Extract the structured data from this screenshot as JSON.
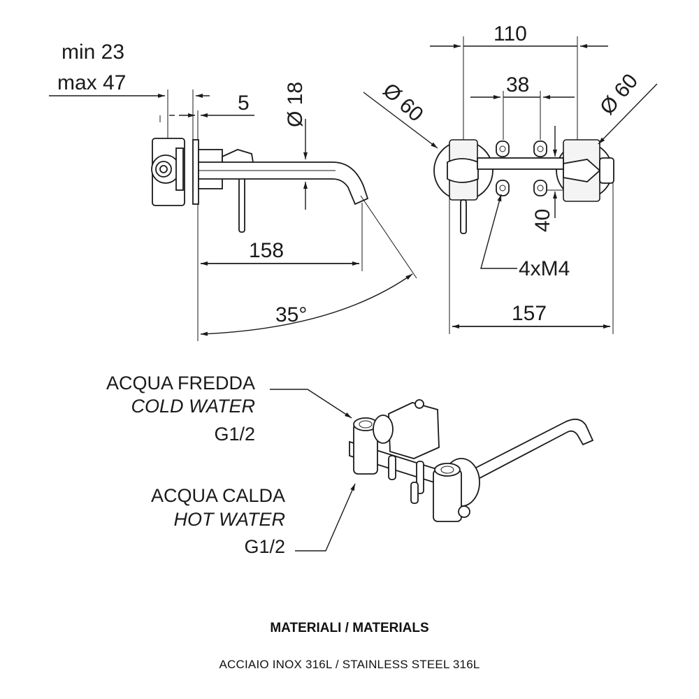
{
  "side_view": {
    "depth_min": "min 23",
    "depth_max": "max 47",
    "plate_thickness": "5",
    "spout_diameter": "Ø 18",
    "spout_projection": "158",
    "spout_angle": "35°"
  },
  "front_view": {
    "overall_width_centers": "110",
    "screw_spacing": "38",
    "left_plate_diameter": "Ø 60",
    "right_plate_diameter": "Ø 60",
    "screw_height": "40",
    "screws": "4xM4",
    "overall_width": "157"
  },
  "iso_view": {
    "cold": {
      "it": "ACQUA FREDDA",
      "en": "COLD WATER",
      "thread": "G1/2"
    },
    "hot": {
      "it": "ACQUA CALDA",
      "en": "HOT WATER",
      "thread": "G1/2"
    }
  },
  "materials": {
    "title": "MATERIALI / MATERIALS",
    "text": "ACCIAIO INOX 316L / STAINLESS STEEL 316L"
  }
}
